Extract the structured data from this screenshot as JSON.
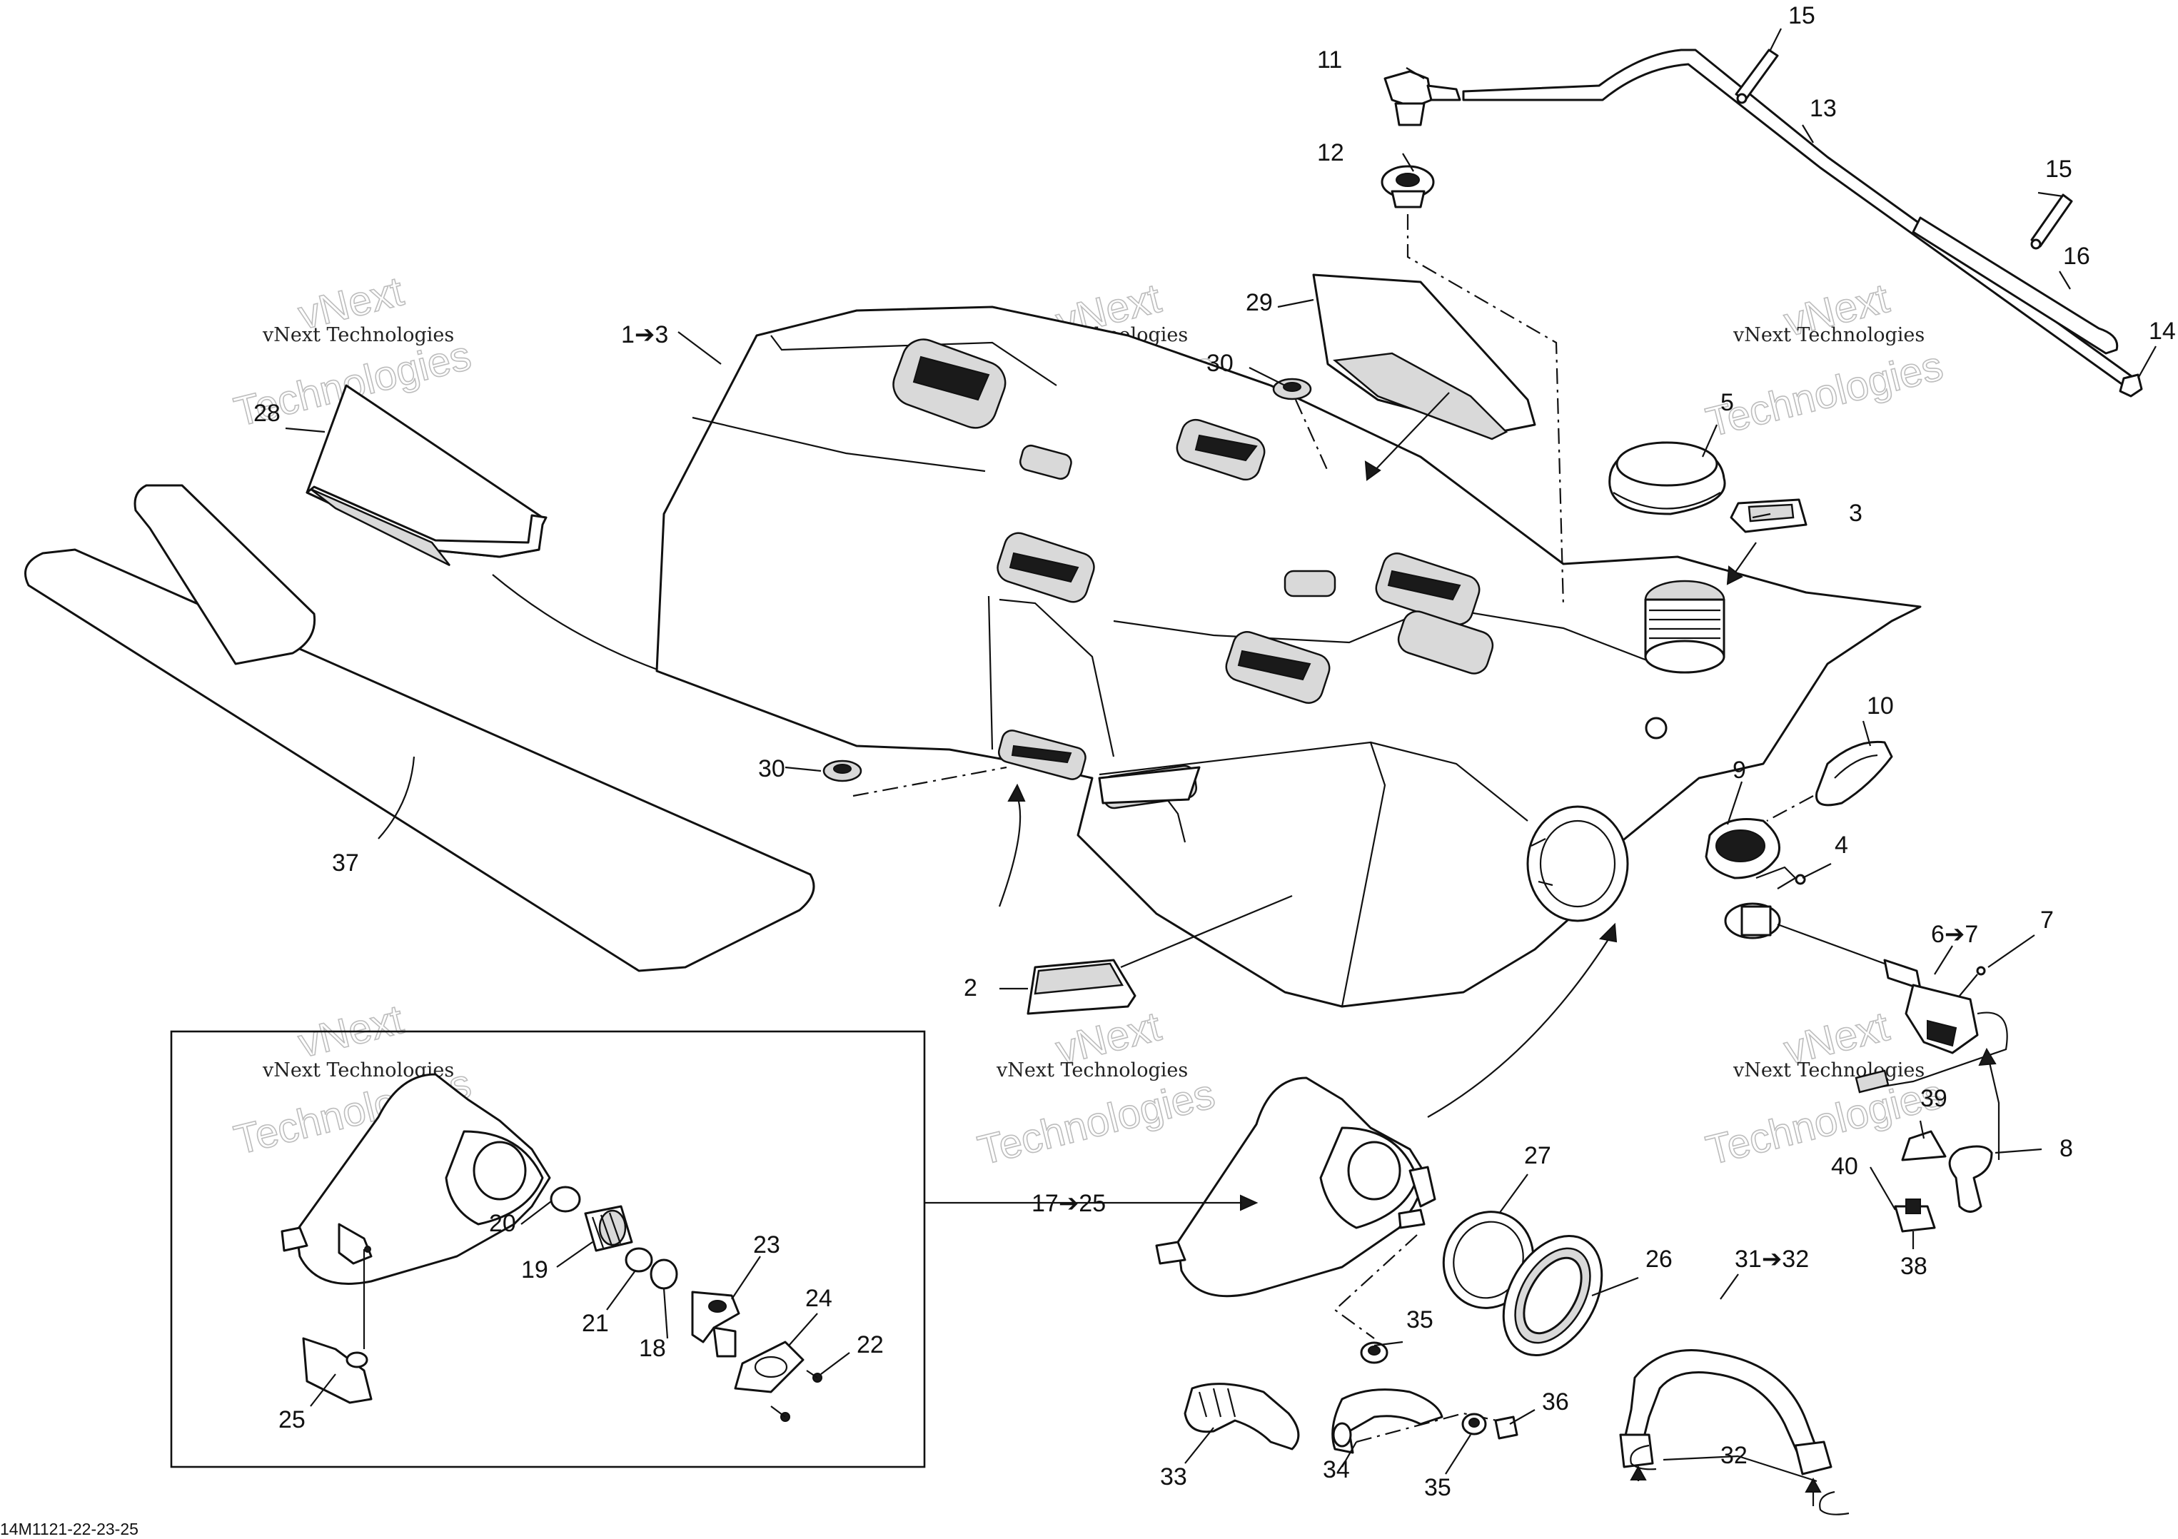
{
  "diagram_code": "14M1121-22-23-25",
  "watermark": {
    "line1": "vNext Technologies",
    "line2": "vNext",
    "line3": "Technologies"
  },
  "callouts": [
    {
      "id": "c-1-3",
      "text": "1➔3"
    },
    {
      "id": "c-2",
      "text": "2"
    },
    {
      "id": "c-3",
      "text": "3"
    },
    {
      "id": "c-4",
      "text": "4"
    },
    {
      "id": "c-5",
      "text": "5"
    },
    {
      "id": "c-6-7",
      "text": "6➔7"
    },
    {
      "id": "c-7",
      "text": "7"
    },
    {
      "id": "c-8",
      "text": "8"
    },
    {
      "id": "c-9",
      "text": "9"
    },
    {
      "id": "c-10",
      "text": "10"
    },
    {
      "id": "c-11",
      "text": "11"
    },
    {
      "id": "c-12",
      "text": "12"
    },
    {
      "id": "c-13",
      "text": "13"
    },
    {
      "id": "c-14",
      "text": "14"
    },
    {
      "id": "c-15a",
      "text": "15"
    },
    {
      "id": "c-15b",
      "text": "15"
    },
    {
      "id": "c-16",
      "text": "16"
    },
    {
      "id": "c-17-25",
      "text": "17➔25"
    },
    {
      "id": "c-18",
      "text": "18"
    },
    {
      "id": "c-19",
      "text": "19"
    },
    {
      "id": "c-20",
      "text": "20"
    },
    {
      "id": "c-21",
      "text": "21"
    },
    {
      "id": "c-22",
      "text": "22"
    },
    {
      "id": "c-23",
      "text": "23"
    },
    {
      "id": "c-24",
      "text": "24"
    },
    {
      "id": "c-25",
      "text": "25"
    },
    {
      "id": "c-26",
      "text": "26"
    },
    {
      "id": "c-27",
      "text": "27"
    },
    {
      "id": "c-28",
      "text": "28"
    },
    {
      "id": "c-29",
      "text": "29"
    },
    {
      "id": "c-30a",
      "text": "30"
    },
    {
      "id": "c-30b",
      "text": "30"
    },
    {
      "id": "c-31-32",
      "text": "31➔32"
    },
    {
      "id": "c-32",
      "text": "32"
    },
    {
      "id": "c-33",
      "text": "33"
    },
    {
      "id": "c-34",
      "text": "34"
    },
    {
      "id": "c-35a",
      "text": "35"
    },
    {
      "id": "c-35b",
      "text": "35"
    },
    {
      "id": "c-36",
      "text": "36"
    },
    {
      "id": "c-37",
      "text": "37"
    },
    {
      "id": "c-38",
      "text": "38"
    },
    {
      "id": "c-39",
      "text": "39"
    },
    {
      "id": "c-40",
      "text": "40"
    }
  ]
}
